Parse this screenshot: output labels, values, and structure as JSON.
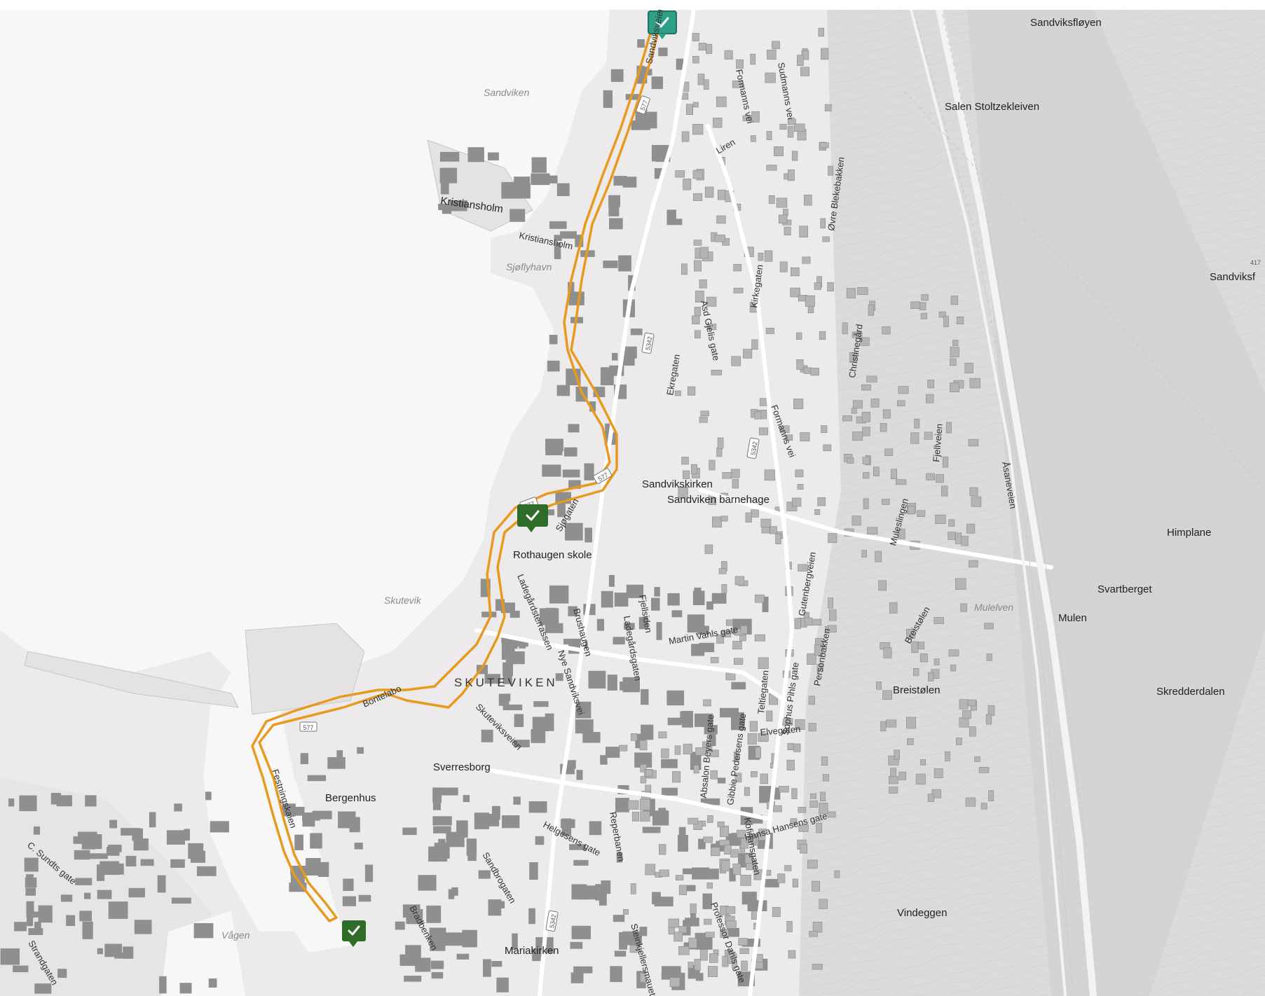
{
  "map": {
    "colors": {
      "water": "#f7f7f7",
      "land": "#eceaea",
      "building": "#8f8f8f",
      "route": "#e89a1e",
      "marker": "#2f6b29",
      "marker_active": "#2f9f87"
    },
    "route_shields": [
      "577",
      "577",
      "577",
      "577"
    ],
    "road_number_shields": [
      "5342",
      "5342",
      "5342"
    ],
    "markers": [
      {
        "state": "active",
        "icon": "check-icon"
      },
      {
        "state": "checked",
        "icon": "check-icon"
      },
      {
        "state": "checked",
        "icon": "check-icon"
      }
    ],
    "labels": {
      "water": [
        "Sandviken",
        "Skutevik",
        "Vågen",
        "Mulelven",
        "Sjøflyhavn"
      ],
      "places": [
        "Sandviksfløyen",
        "Salen Stoltzekleiven",
        "Sandviksf",
        "Himplane",
        "Svartberget",
        "Mulen",
        "Skredderdalen",
        "Breistølen",
        "Vindeggen",
        "Kristiansholm",
        "Rothaugen skole",
        "Sandvikskirken",
        "Sandviken barnehage",
        "Sverresborg",
        "Bergenhus",
        "Mariakirken"
      ],
      "district": "SKUTEVIKEN",
      "elevation": "417",
      "roads": [
        "Sandviksveien",
        "Formanns vei",
        "Sudmanns vei",
        "Liren",
        "Kristiansholm",
        "Asd Gjelis gate",
        "Kirkegaten",
        "Ekregaten",
        "Formanns vei",
        "Fjellveien",
        "Åsaneveien",
        "Øvre Blekebakken",
        "Christinegård",
        "Sjøgaten",
        "Ladegårdsterrassen",
        "Nye Sandviksvei",
        "Ladegårdsgaten",
        "Martin Vahls gate",
        "Fjellsiden",
        "Brushaugen",
        "Gutenbergveien",
        "Personbakken",
        "Sophus Pihls gate",
        "Teltiegaten",
        "Elvegaten",
        "Bontelabo",
        "Skuteviksveien",
        "Festningskaien",
        "C. Sundts gate",
        "Strandgaten",
        "Bradbenken",
        "Sandbrogaten",
        "Helgesens gate",
        "Reperbanen",
        "Absalon Beyers gate",
        "Gibbie Pedersens gate",
        "Kofinansgaten",
        "Professor Dahls gate",
        "Steinkjellersmauet",
        "Hansa Hansens gate",
        "Muleslingen",
        "Breistølen"
      ]
    }
  }
}
